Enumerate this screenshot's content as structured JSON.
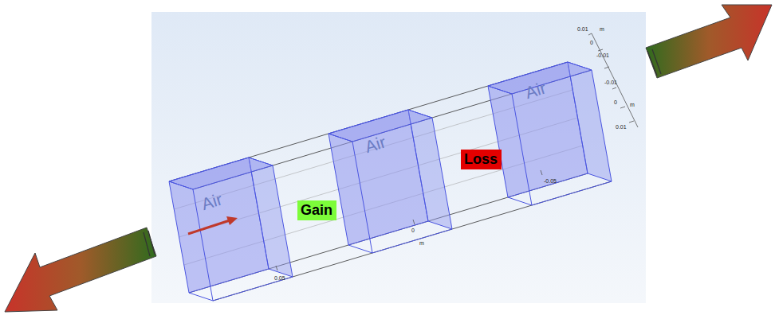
{
  "diagram": {
    "nodes": [
      {
        "text": [
          "Air"
        ]
      },
      {
        "text": [
          "Gain"
        ]
      },
      {
        "text": [
          "Air"
        ]
      },
      {
        "text": [
          "Loss"
        ]
      },
      {
        "text": [
          "Air"
        ]
      }
    ],
    "labels": [
      "0.01",
      "m",
      "0",
      "-0.01",
      "-0.01",
      "0",
      "m",
      "0.01",
      "-0.05",
      "0",
      "m",
      "0.05"
    ]
  }
}
